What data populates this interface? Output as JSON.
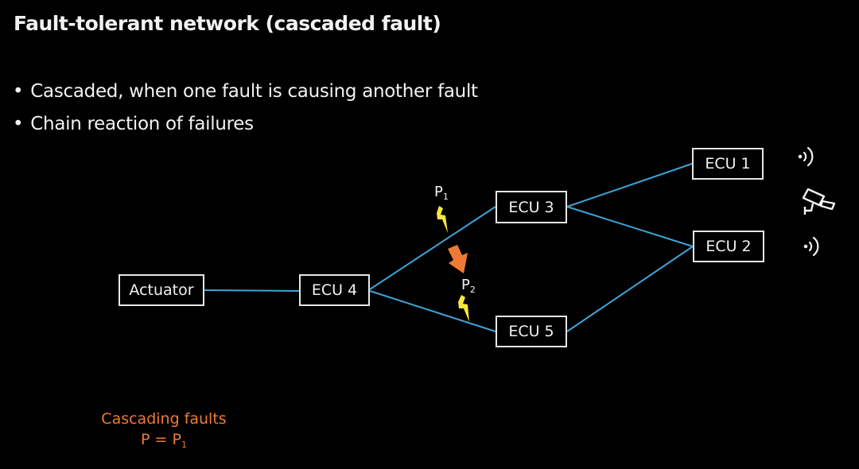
{
  "title": "Fault-tolerant network (cascaded fault)",
  "bullets": [
    "Cascaded, when one fault is causing another fault",
    "Chain reaction of failures"
  ],
  "nodes": {
    "actuator": "Actuator",
    "ecu4": "ECU 4",
    "ecu3": "ECU 3",
    "ecu5": "ECU 5",
    "ecu1": "ECU 1",
    "ecu2": "ECU 2"
  },
  "faults": {
    "p1": {
      "base": "P",
      "sub": "1"
    },
    "p2": {
      "base": "P",
      "sub": "2"
    }
  },
  "caption": {
    "line1": "Cascading faults",
    "line2_prefix": "P = P",
    "line2_sub": "1"
  },
  "colors": {
    "link": "#3ea3d8",
    "caption": "#ee7b35",
    "lightning": "#f5e83a",
    "arrow": "#ee7b35"
  },
  "icons": [
    "wireless-signal-icon",
    "security-camera-icon",
    "wireless-signal-icon"
  ]
}
